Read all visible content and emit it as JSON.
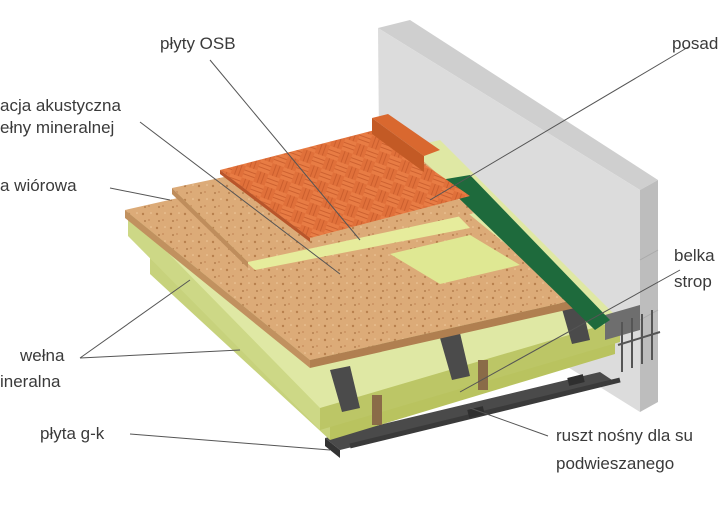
{
  "labels": {
    "osb": "płyty OSB",
    "posadzka": "posad",
    "acoustic_line1": "acja akustyczna",
    "acoustic_line2": "ełny mineralnej",
    "wiorowa": "a wiórowa",
    "welna_line1": "wełna",
    "welna_line2": "ineralna",
    "belka_line1": "belka",
    "belka_line2": "strop",
    "gk": "płyta g-k",
    "ruszt_line1": "ruszt nośny dla su",
    "ruszt_line2": "podwieszanego"
  },
  "colors": {
    "wall_front": "#dcdcdc",
    "wall_side": "#c4c4c4",
    "wool": "#d8e39a",
    "wool_edge": "#b9c35f",
    "chip": "#d9a36f",
    "parquet": "#e0703a",
    "membrane": "#1e6a3c",
    "steel": "#5a5a5a",
    "leader": "#555555",
    "text": "#3a3a3a"
  }
}
